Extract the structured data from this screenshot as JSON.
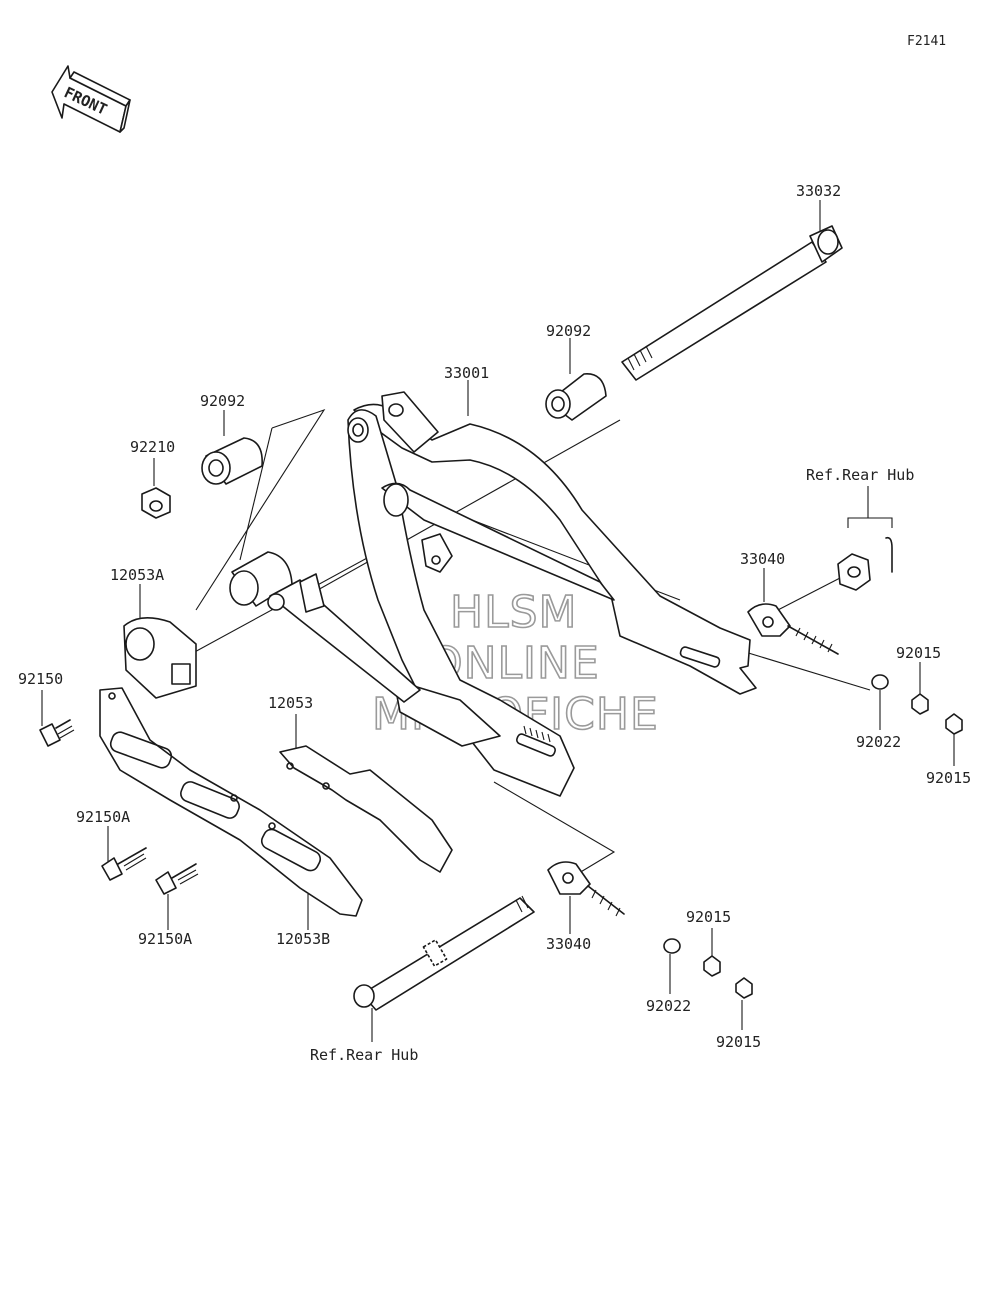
{
  "diagram": {
    "code": "F2141",
    "front_arrow_text": "FRONT",
    "watermark": [
      "HLSM",
      "ONLINE",
      "MICROFICHE"
    ],
    "labels": {
      "p33032": "33032",
      "p92092_right": "92092",
      "p33001": "33001",
      "p92092_left": "92092",
      "p92210": "92210",
      "ref_rear_hub_top": "Ref.Rear Hub",
      "p33040_top": "33040",
      "p12053A": "12053A",
      "p92150": "92150",
      "p92015_r1": "92015",
      "p92022_top": "92022",
      "p92015_r2": "92015",
      "p12053": "12053",
      "p92150A_top": "92150A",
      "p92150A_bottom": "92150A",
      "p12053B": "12053B",
      "p33040_bottom": "33040",
      "p92015_b1": "92015",
      "p92022_bottom": "92022",
      "p92015_b2": "92015",
      "ref_rear_hub_bottom": "Ref.Rear Hub"
    }
  }
}
